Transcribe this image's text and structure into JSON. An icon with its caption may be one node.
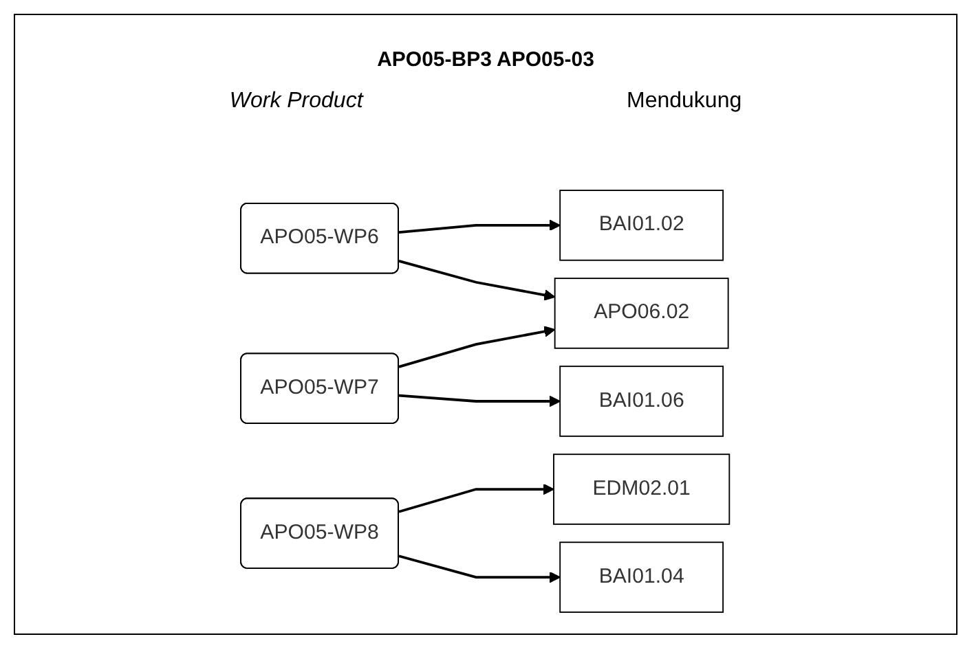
{
  "diagram": {
    "title": "APO05-BP3 APO05-03",
    "nodes": [
      {
        "text": [
          "APO05-WP6"
        ]
      },
      {
        "text": [
          "APO05-WP7"
        ]
      },
      {
        "text": [
          "APO05-WP8"
        ]
      },
      {
        "text": [
          "BAI01.02"
        ]
      },
      {
        "text": [
          "APO06.02"
        ]
      },
      {
        "text": [
          "BAI01.06"
        ]
      },
      {
        "text": [
          "EDM02.01"
        ]
      },
      {
        "text": [
          "BAI01.04"
        ]
      }
    ],
    "edges": [
      {
        "from": 0,
        "to": 3,
        "arrow": "to"
      },
      {
        "from": 0,
        "to": 4,
        "arrow": "to"
      },
      {
        "from": 1,
        "to": 4,
        "arrow": "to"
      },
      {
        "from": 1,
        "to": 5,
        "arrow": "to"
      },
      {
        "from": 2,
        "to": 6,
        "arrow": "to"
      },
      {
        "from": 2,
        "to": 7,
        "arrow": "to"
      }
    ],
    "labels": [
      "Work Product",
      "Mendukung"
    ]
  }
}
